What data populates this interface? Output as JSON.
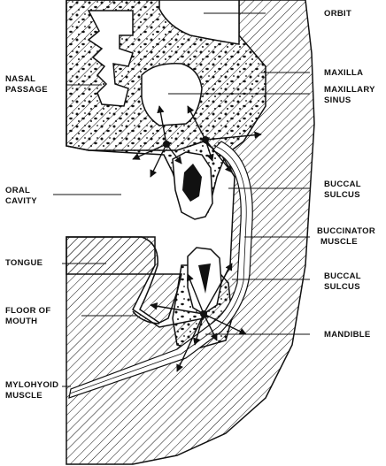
{
  "labels": {
    "orbit": "ORBIT",
    "nasal_passage_1": "NASAL",
    "nasal_passage_2": "PASSAGE",
    "maxilla": "MAXILLA",
    "maxillary_sinus_1": "MAXILLARY",
    "maxillary_sinus_2": "SINUS",
    "oral_cavity_1": "ORAL",
    "oral_cavity_2": "CAVITY",
    "buccal_sulcus_upper_1": "BUCCAL",
    "buccal_sulcus_upper_2": "SULCUS",
    "buccinator_muscle_1": "BUCCINATOR",
    "buccinator_muscle_2": "MUSCLE",
    "tongue": "TONGUE",
    "buccal_sulcus_lower_1": "BUCCAL",
    "buccal_sulcus_lower_2": "SULCUS",
    "floor_of_mouth_1": "FLOOR OF",
    "floor_of_mouth_2": "MOUTH",
    "mandible": "MANDIBLE",
    "mylohyoid_muscle_1": "MYLOHYOID",
    "mylohyoid_muscle_2": "MUSCLE"
  }
}
